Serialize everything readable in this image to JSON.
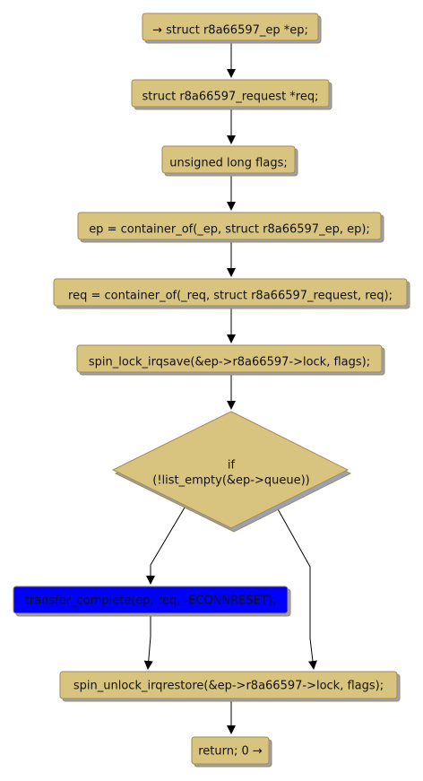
{
  "colors": {
    "node_fill": "#d9c47f",
    "node_shadow": "#9aa0b8",
    "highlight_fill": "#0000ff",
    "edge": "#000000"
  },
  "nodes": {
    "n1": "→ struct r8a66597_ep *ep;",
    "n2": "struct r8a66597_request *req;",
    "n3": "unsigned long flags;",
    "n4": "ep = container_of(_ep, struct r8a66597_ep, ep);",
    "n5": "req = container_of(_req, struct r8a66597_request, req);",
    "n6": "spin_lock_irqsave(&ep->r8a66597->lock, flags);",
    "n7_line1": "if",
    "n7_line2": "(!list_empty(&ep->queue))",
    "n8": "transfer_complete(ep, req, -ECONNRESET);",
    "n9": "spin_unlock_irqrestore(&ep->r8a66597->lock, flags);",
    "n10": "return; 0 →"
  }
}
